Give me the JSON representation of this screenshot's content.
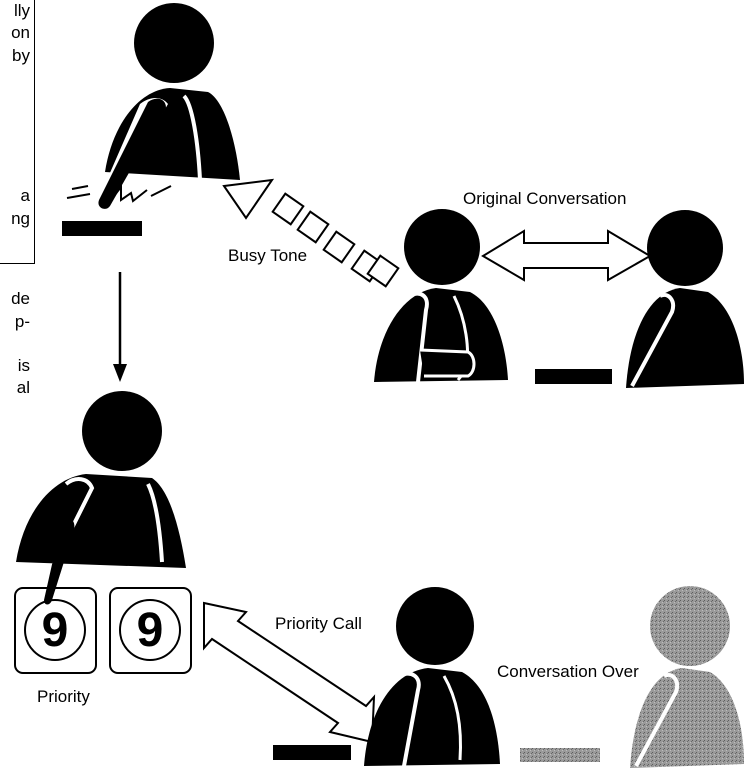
{
  "left_column_fragments": {
    "boxed": [
      "lly",
      "on",
      "by",
      "a",
      "ng"
    ],
    "below": [
      "de",
      "p-",
      "is",
      "al"
    ]
  },
  "labels": {
    "busy_tone": "Busy Tone",
    "original_conversation": "Original Conversation",
    "priority_call": "Priority Call",
    "conversation_over": "Conversation Over",
    "priority": "Priority"
  },
  "buttons": {
    "priority_key_1": "9",
    "priority_key_2": "9"
  },
  "colors": {
    "figure": "#000000",
    "faded_figure": "#8a8a8a",
    "background": "#ffffff"
  }
}
